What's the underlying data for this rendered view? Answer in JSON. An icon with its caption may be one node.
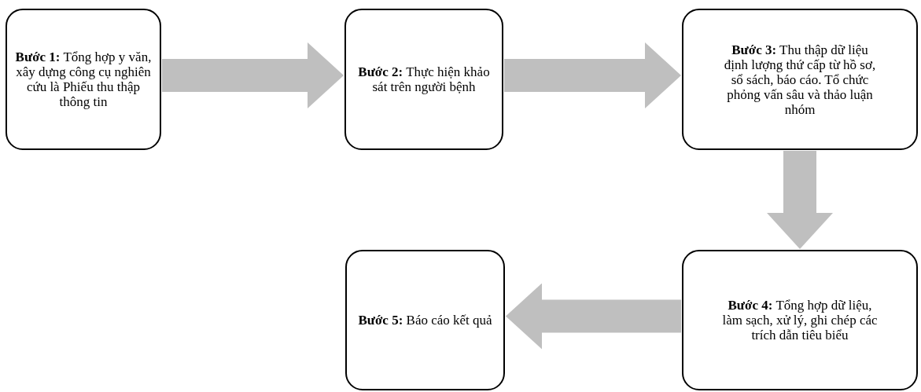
{
  "diagram": {
    "nodes": [
      {
        "text": [
          "**Bước 1:** Tổng hợp y văn, xây dựng công cụ nghiên cứu là Phiếu thu thập thông tin"
        ]
      },
      {
        "text": [
          "**Bước 2:** Thực hiện khảo sát trên người bệnh"
        ]
      },
      {
        "text": [
          "**Bước 3:** Thu thập dữ liệu định lượng thứ cấp từ hồ sơ, sổ sách, báo cáo. Tổ chức phỏng vấn sâu và thảo luận nhóm"
        ]
      },
      {
        "text": [
          "**Bước 4:** Tổng hợp dữ liệu, làm sạch, xử lý, ghi chép các trích dẫn tiêu biểu"
        ]
      },
      {
        "text": [
          "**Bước 5:** Báo cáo kết quả"
        ]
      }
    ],
    "edges": [
      {
        "from": 0,
        "to": 1,
        "arrow": "to"
      },
      {
        "from": 1,
        "to": 2,
        "arrow": "to"
      },
      {
        "from": 2,
        "to": 3,
        "arrow": "to"
      },
      {
        "from": 3,
        "to": 4,
        "arrow": "to"
      }
    ]
  }
}
